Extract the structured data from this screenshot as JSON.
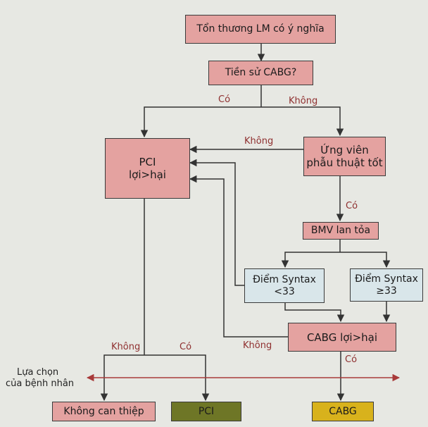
{
  "nodes": {
    "lm": "Tổn thương LM  có ý nghĩa",
    "cabg_history": "Tiền sử CABG?",
    "pci_benefit_line1": "PCI",
    "pci_benefit_line2": "lợi>hại",
    "candidate_line1": "Ứng viên",
    "candidate_line2": "phẫu thuật tốt",
    "bmv": "BMV lan tỏa",
    "syntax_low_line1": "Điểm Syntax",
    "syntax_low_line2": "<33",
    "syntax_high_line1": "Điểm Syntax",
    "syntax_high_line2": "≥33",
    "cabg_benefit": "CABG lợi>hại",
    "no_intervention": "Không can thiệp",
    "pci": "PCI",
    "cabg": "CABG"
  },
  "edge_labels": {
    "history_yes": "Có",
    "history_no": "Không",
    "candidate_no": "Không",
    "candidate_yes": "Có",
    "pci_no": "Không",
    "pci_yes": "Có",
    "cabg_no": "Không",
    "cabg_yes": "Có"
  },
  "patient_choice_line1": "Lựa chọn",
  "patient_choice_line2": "của bệnh nhân",
  "colors": {
    "box_pink": "#e4a2a0",
    "box_blue": "#d9e6ea",
    "box_green": "#6e7626",
    "box_yellow": "#d8b21c",
    "label_red": "#8f3030",
    "arrow": "#333333",
    "choice_line": "#a83a3a"
  }
}
